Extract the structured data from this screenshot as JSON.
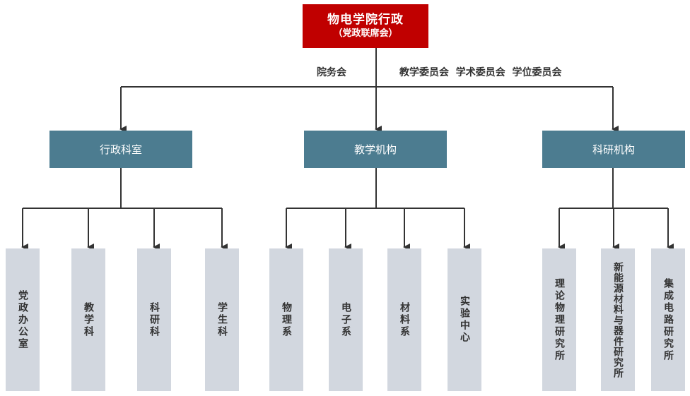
{
  "top": {
    "title": "物电学院行政",
    "subtitle": "（党政联席会）"
  },
  "committees": {
    "left": "院务会",
    "right": "教学委员会  学术委员会  学位委员会"
  },
  "groups": [
    {
      "label": "行政科室",
      "children": [
        "党政办公室",
        "教学科",
        "科研科",
        "学生科"
      ]
    },
    {
      "label": "教学机构",
      "children": [
        "物理系",
        "电子系",
        "材料系",
        "实验中心"
      ]
    },
    {
      "label": "科研机构",
      "children": [
        "理论物理研究所",
        "新能源材料与器件研究所",
        "集成电路研究所"
      ]
    }
  ],
  "colors": {
    "top_box": "#c00000",
    "mid_box": "#4c7c90",
    "leaf_box": "#d2d7df",
    "connector": "#333333"
  }
}
